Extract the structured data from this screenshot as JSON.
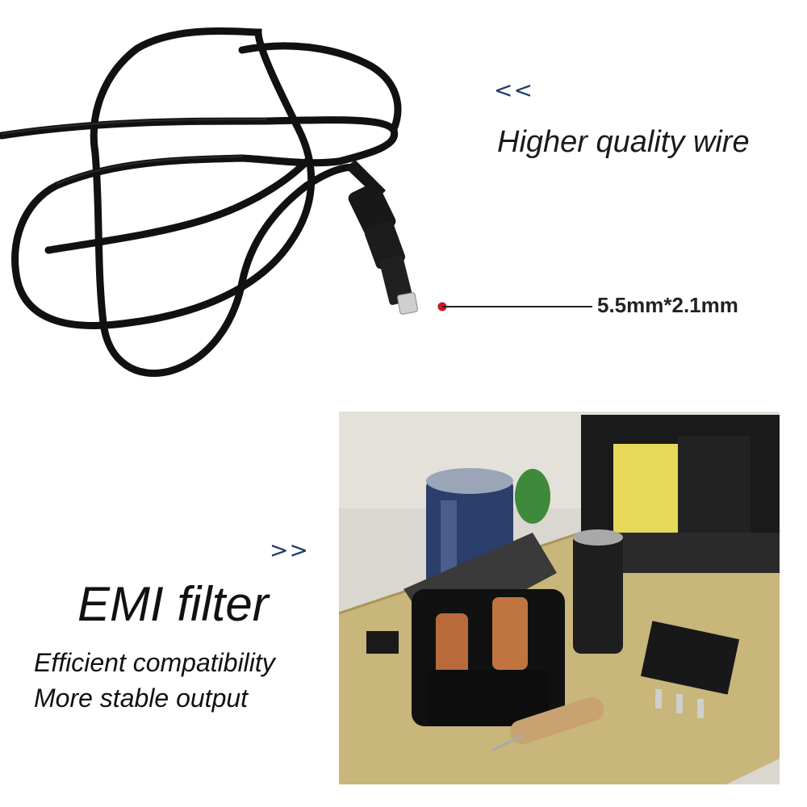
{
  "wire_section": {
    "chevron": "<<",
    "caption": "Higher quality wire",
    "connector_size": "5.5mm*2.1mm"
  },
  "filter_section": {
    "chevron": ">>",
    "title": "EMI filter",
    "features": [
      "Efficient compatibility",
      "More stable output"
    ]
  },
  "colors": {
    "chevron": "#1f3d68",
    "pointer_dot": "#d0141e",
    "pcb_board": "#c8b67a",
    "cable": "#111111"
  },
  "icons": {
    "cable_photo": "dc-power-cable-image",
    "pcb_photo": "emi-filter-circuit-board-image"
  }
}
